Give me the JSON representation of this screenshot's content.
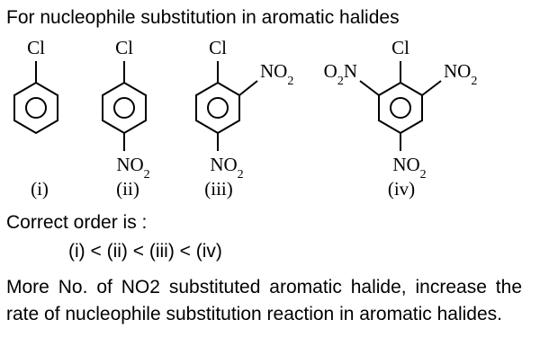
{
  "heading": "For nucleophile substitution in aromatic halides",
  "molecules": [
    {
      "label": "(i)",
      "top": "Cl",
      "bottom": "",
      "left": "",
      "right": ""
    },
    {
      "label": "(ii)",
      "top": "Cl",
      "bottom": "NO2",
      "left": "",
      "right": ""
    },
    {
      "label": "(iii)",
      "top": "Cl",
      "bottom": "NO2",
      "left": "",
      "right": "NO2"
    },
    {
      "label": "(iv)",
      "top": "Cl",
      "bottom": "NO2",
      "left": "O2N",
      "right": "NO2"
    }
  ],
  "question_label": "Correct order is :",
  "order": "(i) < (ii) < (iii) < (iv)",
  "explanation": "More No. of NO2 substituted aromatic halide, increase the rate of nucleophile substitution reaction in aromatic halides."
}
